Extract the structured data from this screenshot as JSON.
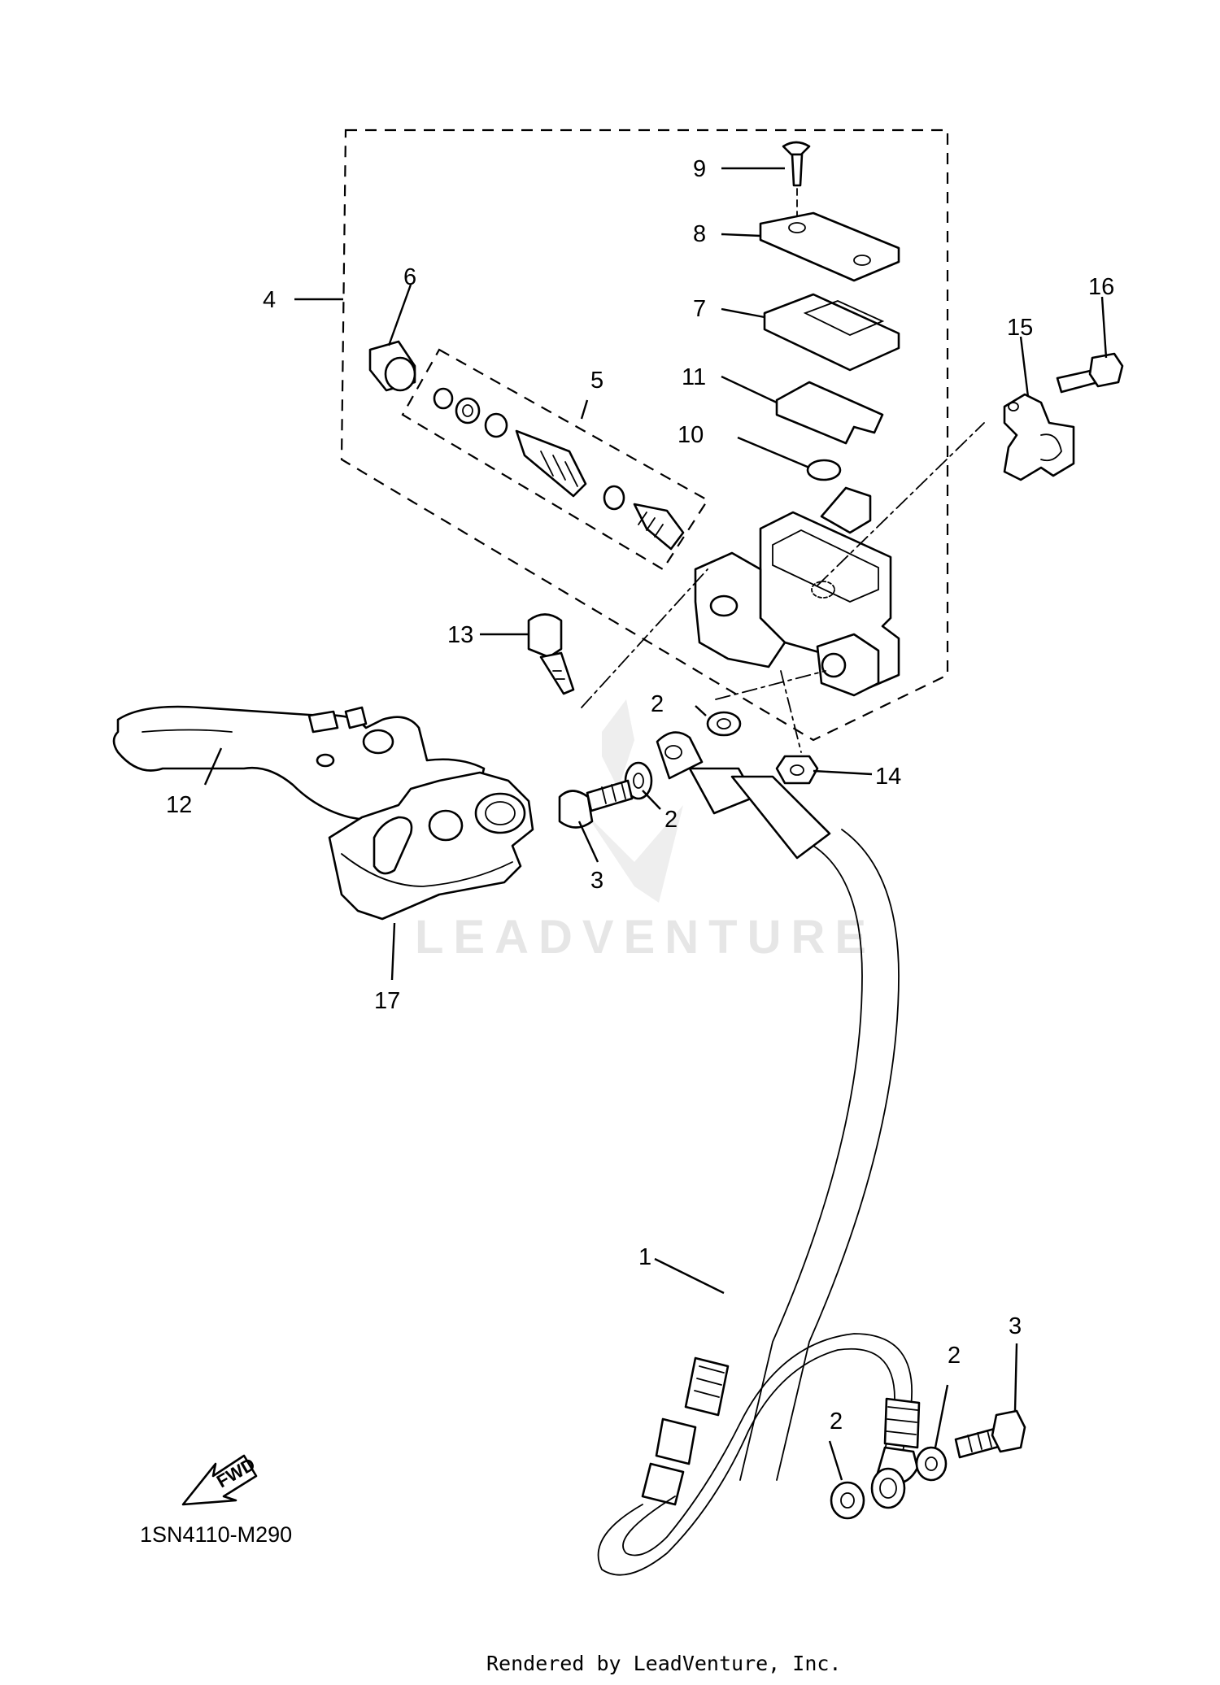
{
  "callouts": {
    "c1": "1",
    "c2a": "2",
    "c2b": "2",
    "c2c": "2",
    "c2d": "2",
    "c3a": "3",
    "c3b": "3",
    "c4": "4",
    "c5": "5",
    "c6": "6",
    "c7": "7",
    "c8": "8",
    "c9": "9",
    "c10": "10",
    "c11": "11",
    "c12": "12",
    "c13": "13",
    "c14": "14",
    "c15": "15",
    "c16": "16",
    "c17": "17"
  },
  "watermark": "LEADVENTURE",
  "fwd_label": "FWD",
  "diagram_code": "1SN4110-M290",
  "footer": "Rendered by LeadVenture, Inc."
}
